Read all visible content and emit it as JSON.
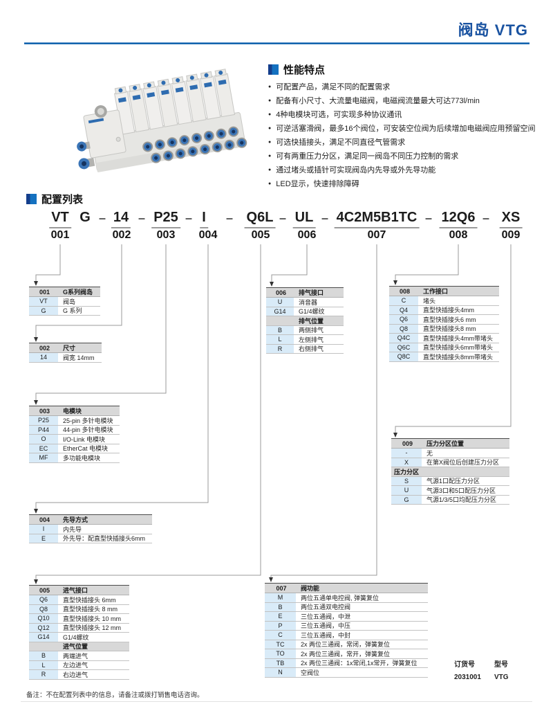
{
  "header": {
    "title": "阀岛 VTG"
  },
  "features": {
    "title": "性能特点",
    "items": [
      "可配置产品，满足不同的配置需求",
      "配备有小尺寸、大流量电磁阀，电磁阀流量最大可达773l/min",
      "4种电模块可选，可实现多种协议通讯",
      "可逆活塞滑阀，最多16个阀位，可安装空位阀为后续增加电磁阀应用预留空间",
      "可选快插接头，满足不同直径气管需求",
      "可有两重压力分区，满足同一阀岛不同压力控制的需求",
      "通过堵头或插针可实现阀岛内先导或外先导功能",
      "LED显示，快速排除障碍"
    ]
  },
  "config": {
    "title": "配置列表",
    "code": {
      "segments": [
        "VT",
        "G",
        "14",
        "P25",
        "I",
        "Q6L",
        "UL",
        "4C2M5B1TC",
        "12Q6",
        "XS"
      ],
      "dash": "–",
      "numbers": [
        "001",
        "002",
        "003",
        "004",
        "005",
        "006",
        "007",
        "008",
        "009"
      ]
    }
  },
  "tables": {
    "t001": {
      "num": "001",
      "title": "G系列阀岛",
      "rows": [
        [
          "VT",
          "阀岛"
        ],
        [
          "G",
          "G 系列"
        ]
      ]
    },
    "t002": {
      "num": "002",
      "title": "尺寸",
      "rows": [
        [
          "14",
          "阀宽 14mm"
        ]
      ]
    },
    "t003": {
      "num": "003",
      "title": "电模块",
      "rows": [
        [
          "P25",
          "25-pin 多针电模块"
        ],
        [
          "P44",
          "44-pin 多针电模块"
        ],
        [
          "O",
          "I/O-Link 电模块"
        ],
        [
          "EC",
          "EtherCat 电模块"
        ],
        [
          "MF",
          "多功能电模块"
        ]
      ]
    },
    "t004": {
      "num": "004",
      "title": "先导方式",
      "rows": [
        [
          "I",
          "内先导"
        ],
        [
          "E",
          "外先导：配直型快插接头6mm"
        ]
      ]
    },
    "t005": {
      "num": "005",
      "title": "进气接口",
      "rows": [
        [
          "Q6",
          "直型快插接头 6mm"
        ],
        [
          "Q8",
          "直型快插接头 8 mm"
        ],
        [
          "Q10",
          "直型快插接头 10 mm"
        ],
        [
          "Q12",
          "直型快插接头 12 mm"
        ],
        [
          "G14",
          "G1/4螺纹"
        ]
      ],
      "sub_title": "进气位置",
      "sub_rows": [
        [
          "B",
          "两端进气"
        ],
        [
          "L",
          "左边进气"
        ],
        [
          "R",
          "右边进气"
        ]
      ]
    },
    "t006": {
      "num": "006",
      "title": "排气接口",
      "rows": [
        [
          "U",
          "消音器"
        ],
        [
          "G14",
          "G1/4螺纹"
        ]
      ],
      "sub_title": "排气位置",
      "sub_rows": [
        [
          "B",
          "两侧排气"
        ],
        [
          "L",
          "左侧排气"
        ],
        [
          "R",
          "右侧排气"
        ]
      ]
    },
    "t007": {
      "num": "007",
      "title": "阀功能",
      "rows": [
        [
          "M",
          "两位五通单电控阀, 弹簧复位"
        ],
        [
          "B",
          "两位五通双电控阀"
        ],
        [
          "E",
          "三位五通阀，中泄"
        ],
        [
          "P",
          "三位五通阀，中压"
        ],
        [
          "C",
          "三位五通阀，中封"
        ],
        [
          "TC",
          "2x 两位三通阀，常闭，弹簧复位"
        ],
        [
          "TO",
          "2x 两位三通阀，常开，弹簧复位"
        ],
        [
          "TB",
          "2x 两位三通阀：1x常闭,1x常开，弹簧复位"
        ],
        [
          "N",
          "空阀位"
        ]
      ]
    },
    "t008": {
      "num": "008",
      "title": "工作接口",
      "rows": [
        [
          "C",
          "堵头"
        ],
        [
          "Q4",
          "直型快插接头4mm"
        ],
        [
          "Q6",
          "直型快插接头6 mm"
        ],
        [
          "Q8",
          "直型快插接头8 mm"
        ],
        [
          "Q4C",
          "直型快插接头4mm带堵头"
        ],
        [
          "Q6C",
          "直型快插接头6mm带堵头"
        ],
        [
          "Q8C",
          "直型快插接头8mm带堵头"
        ]
      ]
    },
    "t009": {
      "num": "009",
      "title": "压力分区位置",
      "rows": [
        [
          "-",
          "无"
        ],
        [
          "X",
          "在第X阀位后创建压力分区"
        ]
      ],
      "sub_title": "压力分区",
      "sub_rows": [
        [
          "S",
          "气源1口配压力分区"
        ],
        [
          "U",
          "气源3口和5口配压力分区"
        ],
        [
          "G",
          "气源1/3/5口均配压力分区"
        ]
      ]
    }
  },
  "order": {
    "label_no": "订货号",
    "label_model": "型号",
    "no": "2031001",
    "model": "VTG"
  },
  "footer": {
    "note": "备注：不在配置列表中的信息，请备注或拨打销售电话咨询。"
  }
}
